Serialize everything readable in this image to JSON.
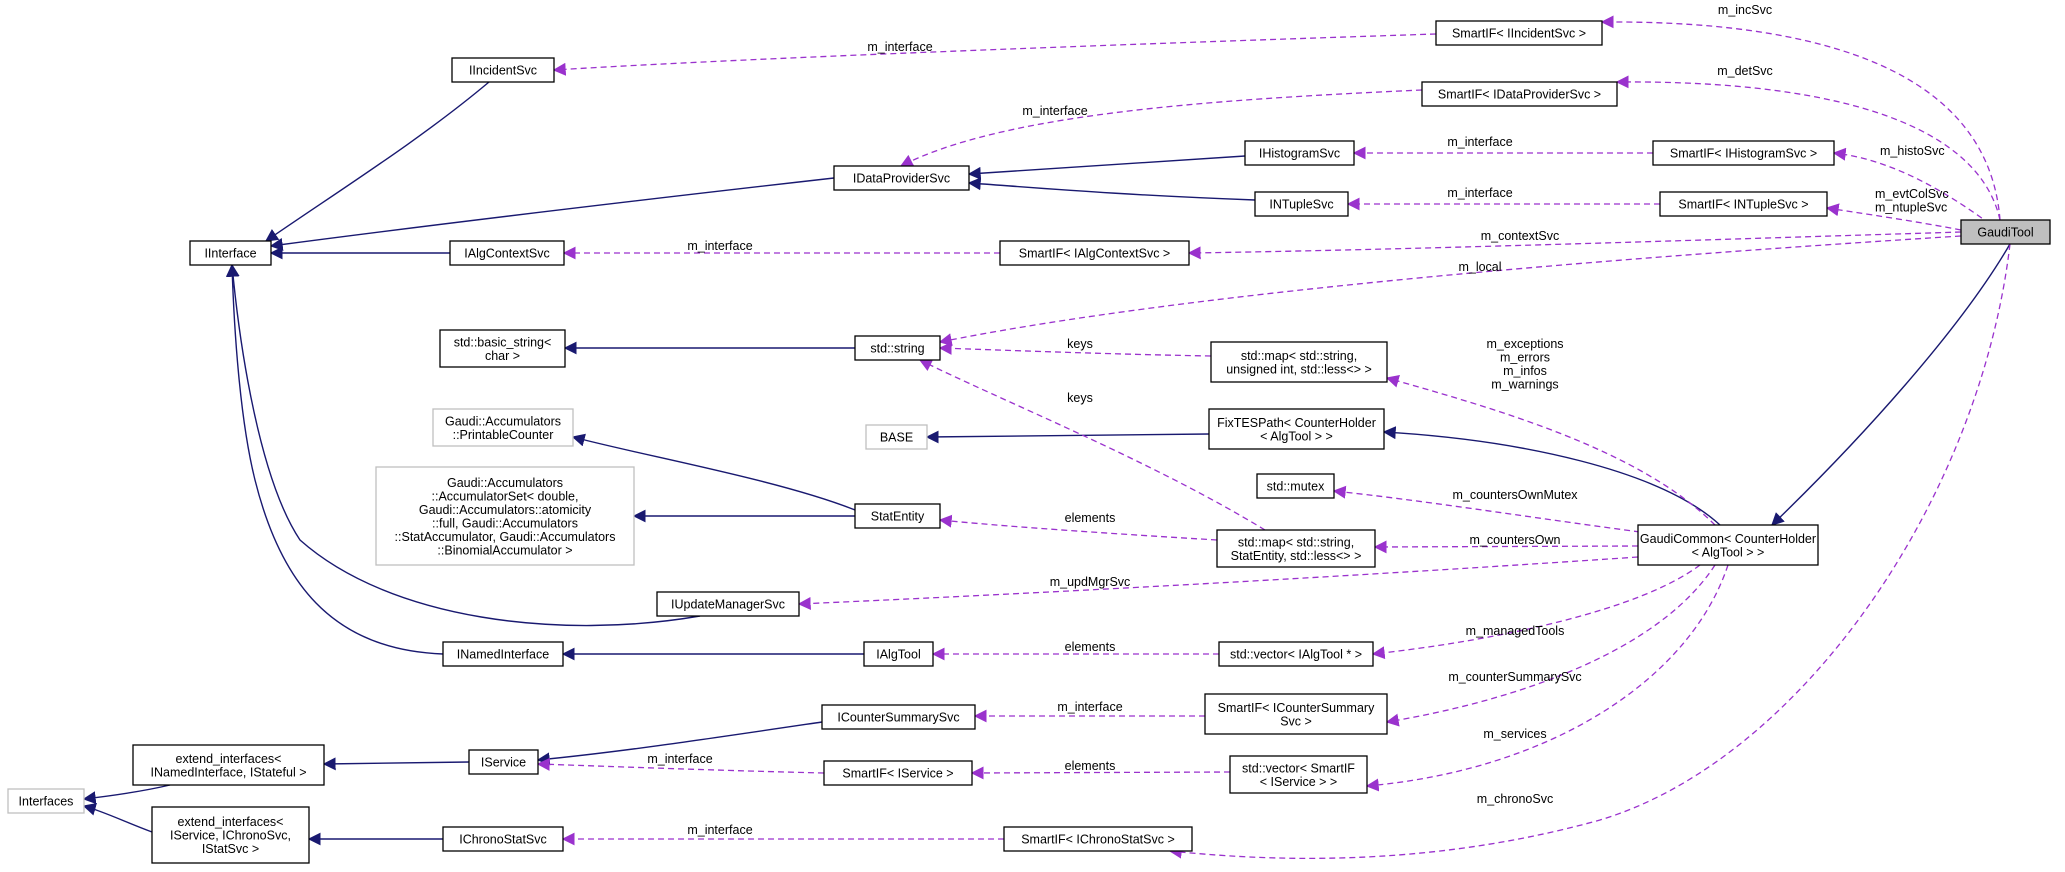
{
  "colors": {
    "inheritance_edge": "#191970",
    "usage_edge": "#9a32cd",
    "node_border": "#000000",
    "external_node_border": "#bfbfbf",
    "focus_node_fill": "#bfbfbf"
  },
  "nodes": {
    "gauditool": [
      "GaudiTool"
    ],
    "smartif_iincidentsvc": [
      "SmartIF< IIncidentSvc >"
    ],
    "iincidentsvc": [
      "IIncidentSvc"
    ],
    "smartif_idataprovidersvc": [
      "SmartIF< IDataProviderSvc >"
    ],
    "ihistogramsvc": [
      "IHistogramSvc"
    ],
    "smartif_ihistogramsvc": [
      "SmartIF< IHistogramSvc >"
    ],
    "idataprovidersvc": [
      "IDataProviderSvc"
    ],
    "intuplesvc": [
      "INTupleSvc"
    ],
    "smartif_intuplesvc": [
      "SmartIF< INTupleSvc >"
    ],
    "iinterface": [
      "IInterface"
    ],
    "ialgcontextsvc": [
      "IAlgContextSvc"
    ],
    "smartif_ialgcontextsvc": [
      "SmartIF< IAlgContextSvc >"
    ],
    "basic_string": [
      "std::basic_string<",
      "char >"
    ],
    "std_string": [
      "std::string"
    ],
    "map_uint": [
      "std::map< std::string,",
      "unsigned int, std::less<> >"
    ],
    "printable_counter": [
      "Gaudi::Accumulators",
      "::PrintableCounter"
    ],
    "base": [
      "BASE"
    ],
    "fixtespath": [
      "FixTESPath< CounterHolder",
      "< AlgTool > >"
    ],
    "accumulator_set": [
      "Gaudi::Accumulators",
      "::AccumulatorSet< double,",
      "Gaudi::Accumulators::atomicity",
      "::full, Gaudi::Accumulators",
      "::StatAccumulator, Gaudi::Accumulators",
      "::BinomialAccumulator >"
    ],
    "std_mutex": [
      "std::mutex"
    ],
    "statentity": [
      "StatEntity"
    ],
    "map_statentity": [
      "std::map< std::string,",
      "StatEntity, std::less<> >"
    ],
    "gaudicommon": [
      "GaudiCommon< CounterHolder",
      "< AlgTool > >"
    ],
    "iupdatemanagersvc": [
      "IUpdateManagerSvc"
    ],
    "inamedinterface": [
      "INamedInterface"
    ],
    "ialgtool": [
      "IAlgTool"
    ],
    "vector_ialgtool": [
      "std::vector< IAlgTool * >"
    ],
    "icountersummarysvc": [
      "ICounterSummarySvc"
    ],
    "smartif_icountersummarysvc": [
      "SmartIF< ICounterSummary",
      "Svc >"
    ],
    "extend_named": [
      "extend_interfaces<",
      "INamedInterface, IStateful >"
    ],
    "iservice": [
      "IService"
    ],
    "smartif_iservice": [
      "SmartIF< IService >"
    ],
    "vector_smartif": [
      "std::vector< SmartIF",
      "< IService > >"
    ],
    "interfaces": [
      "Interfaces"
    ],
    "extend_service": [
      "extend_interfaces<",
      "IService, IChronoSvc,",
      "IStatSvc >"
    ],
    "ichronostatsvc": [
      "IChronoStatSvc"
    ],
    "smartif_ichronostatsvc": [
      "SmartIF< IChronoStatSvc >"
    ]
  },
  "edge_labels": {
    "m_incSvc": [
      "m_incSvc"
    ],
    "m_interface_incident": [
      "m_interface"
    ],
    "m_detSvc": [
      "m_detSvc"
    ],
    "m_interface_dataprovider": [
      "m_interface"
    ],
    "m_interface_histo": [
      "m_interface"
    ],
    "m_histoSvc": [
      "m_histoSvc"
    ],
    "m_interface_ntuple": [
      "m_interface"
    ],
    "m_evtColSvc": [
      "m_evtColSvc",
      "m_ntupleSvc"
    ],
    "m_contextSvc": [
      "m_contextSvc"
    ],
    "m_interface_algcontext": [
      "m_interface"
    ],
    "m_local": [
      "m_local"
    ],
    "keys_map": [
      "keys"
    ],
    "m_exceptions": [
      "m_exceptions",
      "m_errors",
      "m_infos",
      "m_warnings"
    ],
    "keys_statentity": [
      "keys"
    ],
    "m_countersOwnMutex": [
      "m_countersOwnMutex"
    ],
    "elements_statentity": [
      "elements"
    ],
    "m_countersOwn": [
      "m_countersOwn"
    ],
    "m_updMgrSvc": [
      "m_updMgrSvc"
    ],
    "m_managedTools": [
      "m_managedTools"
    ],
    "elements_algtool": [
      "elements"
    ],
    "m_counterSummarySvc": [
      "m_counterSummarySvc"
    ],
    "m_interface_countersummary": [
      "m_interface"
    ],
    "m_services": [
      "m_services"
    ],
    "elements_service": [
      "elements"
    ],
    "m_interface_service": [
      "m_interface"
    ],
    "m_chronoSvc": [
      "m_chronoSvc"
    ],
    "m_interface_chrono": [
      "m_interface"
    ]
  }
}
